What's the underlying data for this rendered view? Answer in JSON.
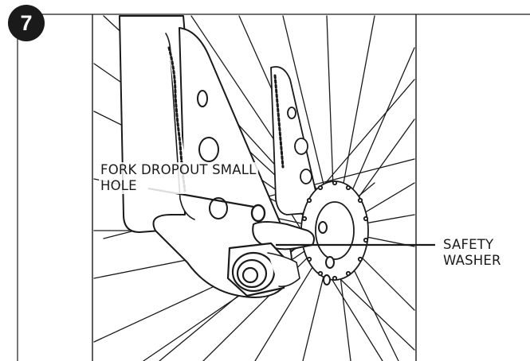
{
  "step": {
    "number": "7"
  },
  "callouts": {
    "fork_dropout": {
      "line1": "FORK DROPOUT SMALL",
      "line2": "HOLE"
    },
    "safety_washer": {
      "line1": "SAFETY",
      "line2": "WASHER"
    }
  },
  "colors": {
    "ink": "#1a1a1a",
    "background": "#ffffff",
    "badge": "#1a1a1a"
  },
  "icons": {
    "step_badge": "numbered-circle-icon"
  }
}
